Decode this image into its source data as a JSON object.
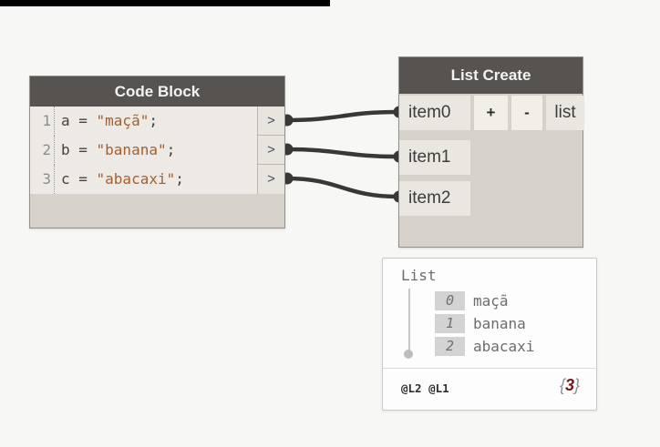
{
  "code_block": {
    "title": "Code Block",
    "lines": [
      {
        "number": "1",
        "pre": "a = ",
        "str": "\"maçã\"",
        "post": ";",
        "port": ">"
      },
      {
        "number": "2",
        "pre": "b = ",
        "str": "\"banana\"",
        "post": ";",
        "port": ">"
      },
      {
        "number": "3",
        "pre": "c = ",
        "str": "\"abacaxi\"",
        "post": ";",
        "port": ">"
      }
    ]
  },
  "list_create": {
    "title": "List Create",
    "inputs": [
      "item0",
      "item1",
      "item2"
    ],
    "add_button": "+",
    "remove_button": "-",
    "output": "list"
  },
  "preview": {
    "root_label": "List",
    "items": [
      {
        "index": "0",
        "value": "maçã"
      },
      {
        "index": "1",
        "value": "banana"
      },
      {
        "index": "2",
        "value": "abacaxi"
      }
    ],
    "lacing": "@L2 @L1",
    "count_open": "{",
    "count": "3",
    "count_close": "}"
  },
  "colors": {
    "canvas_bg": "#f7f7f6",
    "top_bar": "#000000",
    "header_bg": "#575350",
    "node_body": "#d6d2ca",
    "code_bg": "#edeae5",
    "cell_bg": "#eae7e1",
    "button_bg": "#f2efe9",
    "wire": "#3a3836",
    "string": "#a3602f",
    "ident": "#46413a",
    "port_glyph": "#3d4f63",
    "badge_bg": "#d3d3d3",
    "preview_text": "#6d6d6d",
    "count_digit": "#7a1416"
  }
}
